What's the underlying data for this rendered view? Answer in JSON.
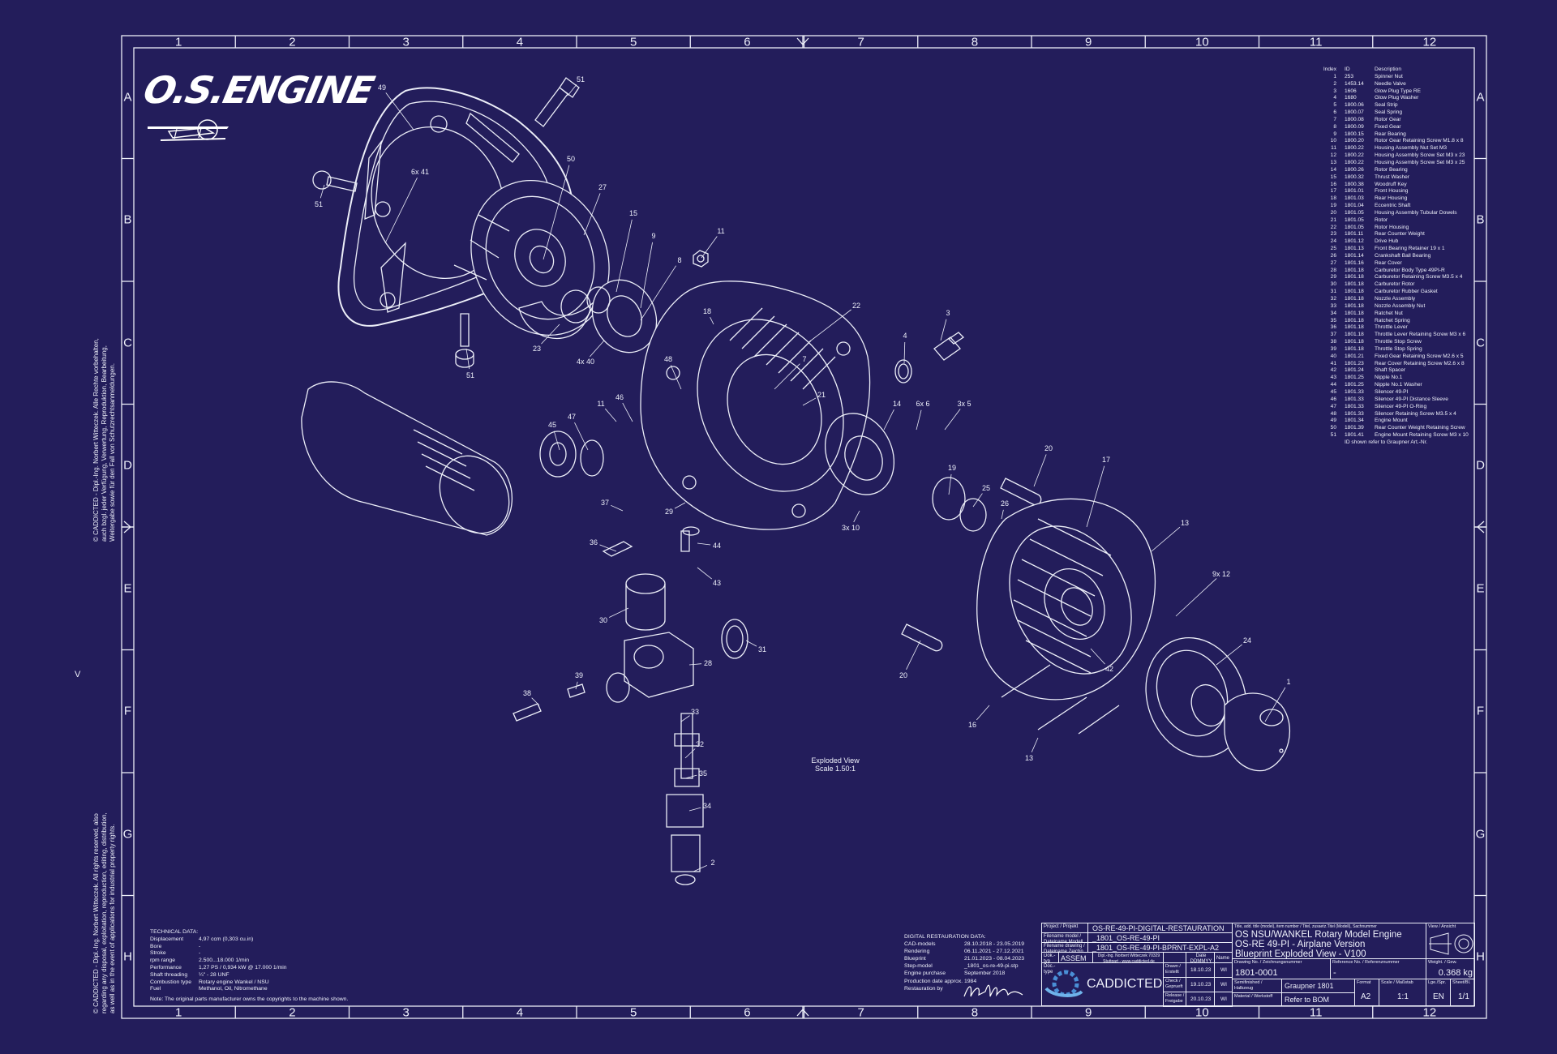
{
  "brand": {
    "logo_text": "O.S.ENGINE"
  },
  "frame": {
    "columns": [
      "1",
      "2",
      "3",
      "4",
      "5",
      "6",
      "7",
      "8",
      "9",
      "10",
      "11",
      "12"
    ],
    "rows": [
      "A",
      "B",
      "C",
      "D",
      "E",
      "F",
      "G",
      "H"
    ],
    "side_mark": "V"
  },
  "copyright": {
    "german": [
      "© CADDICTED - Dipl.-Ing. Norbert Witteczek. Alle Rechte vorbehalten,",
      "auch bzgl. jeder Verfügung, Verwertung, Reproduktion, Bearbeitung,",
      "Weitergabe sowie für den Fall von Schutzrechtsanmeldungen."
    ],
    "english": [
      "© CADDICTED - Dipl.-Ing. Norbert Witteczek. All rights reserved, also",
      "regarding any disposal, exploitation, reproduction, editing, distribution,",
      "as well as in the event of applications for industrial property rights."
    ]
  },
  "parts_list": {
    "headers": [
      "Index",
      "ID",
      "Description"
    ],
    "items": [
      [
        "1",
        "253",
        "Spinner Nut"
      ],
      [
        "2",
        "1453.14",
        "Needle Valve"
      ],
      [
        "3",
        "1606",
        "Glow Plug Type RE"
      ],
      [
        "4",
        "1680",
        "Glow Plug Washer"
      ],
      [
        "5",
        "1800.06",
        "Seal Strip"
      ],
      [
        "6",
        "1800.07",
        "Seal Spring"
      ],
      [
        "7",
        "1800.08",
        "Rotor Gear"
      ],
      [
        "8",
        "1800.09",
        "Fixed Gear"
      ],
      [
        "9",
        "1800.15",
        "Rear Bearing"
      ],
      [
        "10",
        "1800.20",
        "Rotor Gear Retaining Screw M1.8 x 8"
      ],
      [
        "11",
        "1800.22",
        "Housing Assembly Nut Set M3"
      ],
      [
        "12",
        "1800.22",
        "Housing Assembly Screw Set  M3 x 23"
      ],
      [
        "13",
        "1800.22",
        "Housing Assembly Screw Set  M3 x 25"
      ],
      [
        "14",
        "1800.26",
        "Rotor Bearing"
      ],
      [
        "15",
        "1800.32",
        "Thrust Washer"
      ],
      [
        "16",
        "1800.38",
        "Woodruff Key"
      ],
      [
        "17",
        "1801.01",
        "Front Housing"
      ],
      [
        "18",
        "1801.03",
        "Rear Housing"
      ],
      [
        "19",
        "1801.04",
        "Eccentric Shaft"
      ],
      [
        "20",
        "1801.05",
        "Housing Assembly Tubular Dowels"
      ],
      [
        "21",
        "1801.05",
        "Rotor"
      ],
      [
        "22",
        "1801.05",
        "Rotor Housing"
      ],
      [
        "23",
        "1801.11",
        "Rear Counter Weight"
      ],
      [
        "24",
        "1801.12",
        "Drive Hub"
      ],
      [
        "25",
        "1801.13",
        "Front Bearing Retainer 19 x 1"
      ],
      [
        "26",
        "1801.14",
        "Crankshaft Ball Bearing"
      ],
      [
        "27",
        "1801.16",
        "Rear Cover"
      ],
      [
        "28",
        "1801.18",
        "Carburetor Body Type 49PI-R"
      ],
      [
        "29",
        "1801.18",
        "Carburetor Retaining Screw M3.5 x 4"
      ],
      [
        "30",
        "1801.18",
        "Carburetor Rotor"
      ],
      [
        "31",
        "1801.18",
        "Carburetor Rubber Gasket"
      ],
      [
        "32",
        "1801.18",
        "Nozzle Assembly"
      ],
      [
        "33",
        "1801.18",
        "Nozzle Assembly Nut"
      ],
      [
        "34",
        "1801.18",
        "Ratchet Nut"
      ],
      [
        "35",
        "1801.18",
        "Ratchet Spring"
      ],
      [
        "36",
        "1801.18",
        "Throttle Lever"
      ],
      [
        "37",
        "1801.18",
        "Throttle Lever Retaining Screw M3 x 6"
      ],
      [
        "38",
        "1801.18",
        "Throttle Stop Screw"
      ],
      [
        "39",
        "1801.18",
        "Throttle Stop Spring"
      ],
      [
        "40",
        "1801.21",
        "Fixed Gear Retaining Screw M2.6 x 5"
      ],
      [
        "41",
        "1801.23",
        "Rear Cover Retaining Screw M2.6 x 8"
      ],
      [
        "42",
        "1801.24",
        "Shaft Spacer"
      ],
      [
        "43",
        "1801.25",
        "Nipple No.1"
      ],
      [
        "44",
        "1801.25",
        "Nipple No.1 Washer"
      ],
      [
        "45",
        "1801.33",
        "Silencer 49-PI"
      ],
      [
        "46",
        "1801.33",
        "Silencer 49-PI Distance Sleeve"
      ],
      [
        "47",
        "1801.33",
        "Silencer 49-PI O-Ring"
      ],
      [
        "48",
        "1801.33",
        "Silencer Retaining Screw M3.5 x 4"
      ],
      [
        "49",
        "1801.34",
        "Engine Mount"
      ],
      [
        "50",
        "1801.39",
        "Rear Counter Weight Retaining Screw"
      ],
      [
        "51",
        "1801.41",
        "Engine Mount Retaining Screw M3 x 10"
      ]
    ],
    "footnote": "ID shown refer to Graupner Art.-Nr."
  },
  "callouts": [
    "49",
    "51",
    "51",
    "6x 41",
    "50",
    "27",
    "15",
    "9",
    "11",
    "8",
    "18",
    "22",
    "23",
    "51",
    "4x 40",
    "48",
    "7",
    "4",
    "3",
    "21",
    "14",
    "6x 6",
    "3x 5",
    "11",
    "46",
    "47",
    "45",
    "20",
    "17",
    "19",
    "25",
    "26",
    "37",
    "29",
    "3x 10",
    "13",
    "36",
    "44",
    "43",
    "9x 12",
    "30",
    "24",
    "31",
    "28",
    "20",
    "42",
    "38",
    "39",
    "1",
    "33",
    "16",
    "32",
    "13",
    "35",
    "34",
    "2"
  ],
  "view_caption": {
    "line1": "Exploded View",
    "line2": "Scale 1.50:1"
  },
  "technical_data": {
    "title": "TECHNICAL DATA:",
    "rows": [
      [
        "Displacement",
        "4,97 ccm (0,303 cu.in)"
      ],
      [
        "Bore",
        "-"
      ],
      [
        "Stroke",
        "-"
      ],
      [
        "rpm range",
        "2.500...18.000 1/min"
      ],
      [
        "Performance",
        "1,27 PS / 0,934 kW @ 17.000 1/min"
      ],
      [
        "Shaft threading",
        "¼\" - 28 UNF"
      ],
      [
        "Combustion type",
        "Rotary engine Wankel / NSU"
      ],
      [
        "Fuel",
        "Methanol, Oil, Nitromethane"
      ]
    ],
    "note": "Note: The original parts manufacturer owns the copyrights to the machine shown."
  },
  "restoration_data": {
    "title": "DIGITAL RESTAURATION DATA:",
    "rows": [
      [
        "CAD-models",
        "28.10.2018 - 23.05.2019"
      ],
      [
        "Rendering",
        "06.11.2021 - 27.12.2021"
      ],
      [
        "Blueprint",
        "21.01.2023 - 08.04.2023"
      ],
      [
        "Step-model",
        "_1801_os-re-49-pi.stp"
      ],
      [
        "Engine purchase",
        "September 2018"
      ],
      [
        "Production date approx.",
        "1984"
      ],
      [
        "Restauration by",
        ""
      ]
    ],
    "signature": "Norbert Witteczek"
  },
  "title_block": {
    "project_label": "Project / Projekt",
    "project": "OS-RE-49-PI-DIGITAL-RESTAURATION",
    "filename_model_label": "Filename model / Dateiname Modell",
    "filename_model": "_1801_OS-RE-49-PI",
    "filename_drawing_label": "Filename drawing / Dateiname Zeichn.",
    "filename_drawing": "_1801_OS-RE-49-PI-BPRNT-EXPL-A2",
    "doc_type_label": "Dok.-typ Doc.-type",
    "doc_type": "ASSEM",
    "company_address": "Dipl.-Ing. Norbert Witteczek 70329 Stuttgart - www.caddicted.de",
    "company": "CADDICTED",
    "date_label": "Date DDMMYY",
    "name_label": "Name",
    "approvals": [
      {
        "label": "Drawn / Erstellt",
        "date": "18.10.23",
        "name": "WI"
      },
      {
        "label": "Check / Geprueft",
        "date": "19.10.23",
        "name": "WI"
      },
      {
        "label": "Release / Freigabe",
        "date": "20.10.23",
        "name": "WI"
      }
    ],
    "title_label": "Title, add. title (model), item number / Titel, zusaetz.Titel (Modell), Sachnummer",
    "title_lines": [
      "OS NSU/WANKEL Rotary Model Engine",
      "OS-RE 49-PI - Airplane Version",
      "Blueprint Exploded View - V100"
    ],
    "view_label": "View / Ansicht",
    "drawing_no_label": "Drawing No. / Zeichnungsnummer",
    "drawing_no": "1801-0001",
    "reference_no_label": "Reference No. / Referenznummer",
    "reference_no": "-",
    "weight_label": "Weight. / Gew.",
    "weight": "0.368 kg",
    "semifinished_label": "Semifinished / Halbzeug",
    "semifinished": "Graupner 1801",
    "material_label": "Material / Werkstoff",
    "material": "Refer to BOM",
    "format_label": "Format",
    "format": "A2",
    "scale_label": "Scale / Maßstab",
    "scale": "1:1",
    "language_label": "Lge./Spr.",
    "language": "EN",
    "sheet_label": "Sheet/Bl.",
    "sheet": "1/1"
  },
  "colors": {
    "background": "#231d5b",
    "line": "#eceef8"
  }
}
